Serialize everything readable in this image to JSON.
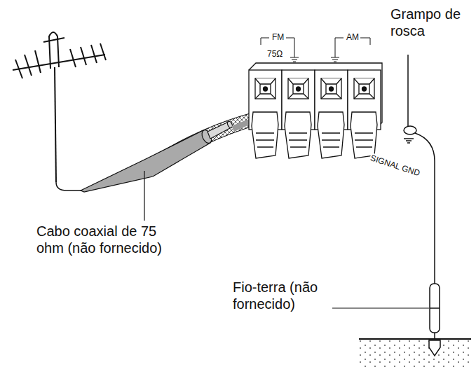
{
  "diagram": {
    "labels": [
      "Grampo de rosca",
      "FM",
      "75Ω",
      "AM",
      "SIGNAL GND",
      "Cabo coaxial de 75 ohm (não fornecido)",
      "Fio-terra (não fornecido)"
    ]
  }
}
